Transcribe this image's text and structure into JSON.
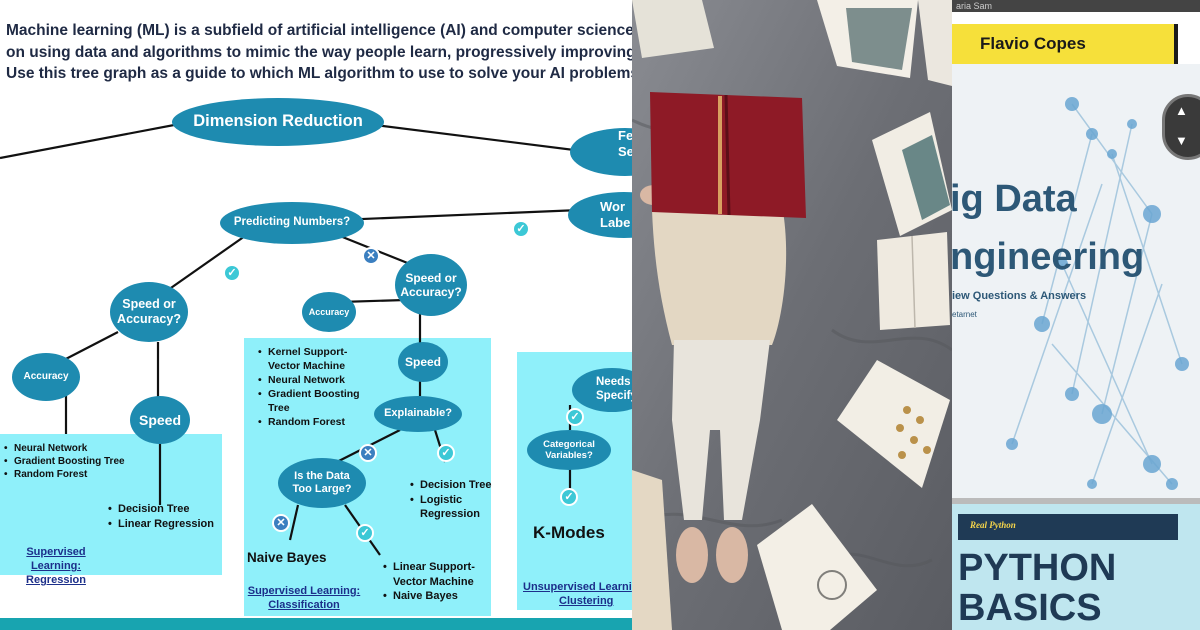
{
  "intro_lines": [
    "Machine learning (ML) is a subfield of artificial intelligence (AI) and computer science tha",
    "on using data and algorithms to mimic the way people learn, progressively improving its a",
    "Use this tree graph as a guide to which ML algorithm to use to solve your AI problems."
  ],
  "nodes": {
    "dimension_reduction": "Dimension Reduction",
    "feature_sel_1": "Fe",
    "feature_sel_2": "Se",
    "working_label_1": "Wor",
    "working_label_2": "Labe",
    "predicting_numbers": "Predicting Numbers?",
    "speed_accuracy_left": "Speed or Accuracy?",
    "speed_accuracy_right": "Speed or Accuracy?",
    "accuracy_left": "Accuracy",
    "accuracy_mid": "Accuracy",
    "speed_left": "Speed",
    "speed_mid": "Speed",
    "explainable": "Explainable?",
    "data_too_large": "Is the Data Too Large?",
    "categorical_variables": "Categorical Variables?",
    "needs_specify_1": "Needs",
    "needs_specify_2": "Specify"
  },
  "lists": {
    "regression_accuracy": [
      "Neural Network",
      "Gradient Boosting Tree",
      "Random Forest"
    ],
    "regression_speed": [
      "Decision Tree",
      "Linear Regression"
    ],
    "classification_accuracy": [
      "Kernel Support-Vector Machine",
      "Neural Network",
      "Gradient Boosting Tree",
      "Random Forest"
    ],
    "classification_explainable": [
      "Decision Tree",
      "Logistic Regression"
    ],
    "classification_not_large": [
      "Linear Support-Vector Machine",
      "Naive Bayes"
    ]
  },
  "outcomes": {
    "naive_bayes": "Naive Bayes",
    "k_modes": "K-Modes"
  },
  "box_titles": {
    "regression_1": "Supervised Learning:",
    "regression_2": "Regression",
    "classification_1": "Supervised Learning:",
    "classification_2": "Classification",
    "clustering_1": "Unsupervised Learni",
    "clustering_2": "Clustering"
  },
  "books": {
    "author": "Flavio Copes",
    "cover_title_1": "ig Data",
    "cover_title_2": "ngineering",
    "cover_subtitle": "iew Questions & Answers",
    "cover_publisher": "etarnet",
    "cover_top_name": "aria Sam",
    "python_brand": "Real Python",
    "python_title_1": "PYTHON",
    "python_title_2": "BASICS"
  },
  "colors": {
    "node_blue": "#1e8bb0",
    "box_cyan": "#8ff0fa",
    "check_badge": "#3cc8d6",
    "cross_badge": "#3b7fc0",
    "title_link": "#1c2f8a",
    "yellow_banner": "#f6e03a"
  }
}
